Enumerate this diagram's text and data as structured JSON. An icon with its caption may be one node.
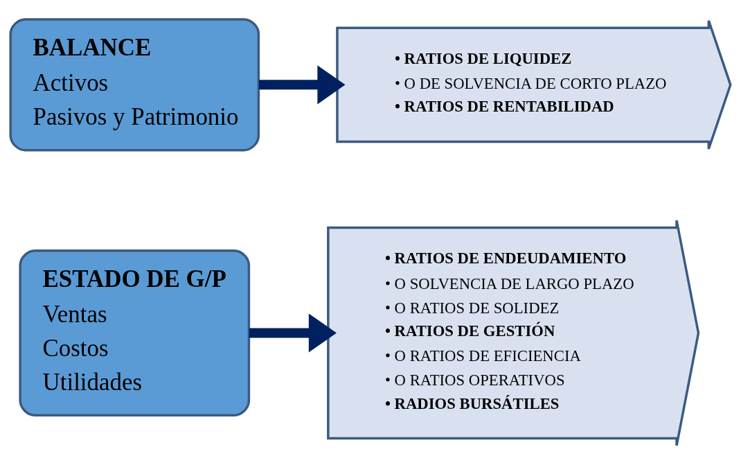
{
  "diagram": {
    "nodes": [
      {
        "text": [
          "BALANCE",
          "Activos",
          "Pasivos y Patrimonio"
        ]
      },
      {
        "text": [
          "• RATIOS DE LIQUIDEZ",
          "• O DE SOLVENCIA DE CORTO PLAZO",
          "• RATIOS DE RENTABILIDAD"
        ]
      },
      {
        "text": [
          "ESTADO DE G/P",
          "Ventas",
          "Costos",
          "Utilidades"
        ]
      },
      {
        "text": [
          "• RATIOS DE ENDEUDAMIENTO",
          "• O SOLVENCIA DE LARGO PLAZO",
          "• O RATIOS DE SOLIDEZ",
          "• RATIOS DE GESTIÓN",
          "• O RATIOS DE EFICIENCIA",
          "• O RATIOS OPERATIVOS",
          "• RADIOS BURSÁTILES"
        ]
      }
    ],
    "edges": [
      {
        "from": 0,
        "to": 1,
        "arrow": "to"
      },
      {
        "from": 2,
        "to": 3,
        "arrow": "to"
      }
    ]
  }
}
